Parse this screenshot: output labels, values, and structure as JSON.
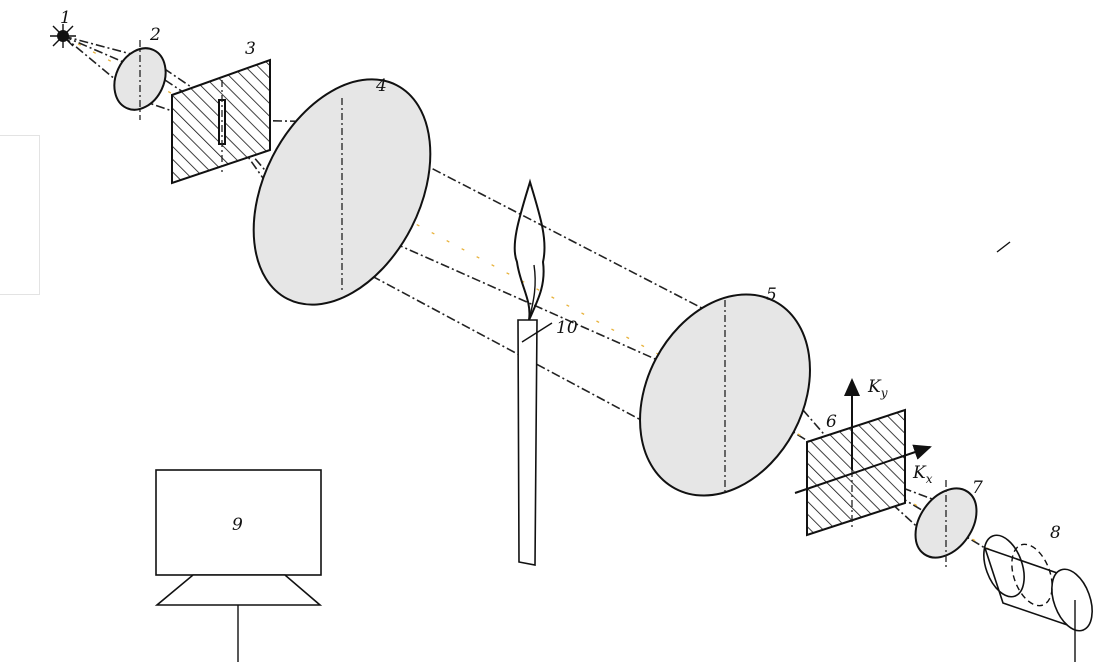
{
  "labels": {
    "source": "1",
    "condenser_lens": "2",
    "slit_screen": "3",
    "collimator_lens": "4",
    "focusing_lens": "5",
    "spatial_filter": "6",
    "imaging_lens": "7",
    "camera": "8",
    "monitor": "9",
    "candle": "10",
    "ky_main": "K",
    "ky_sub": "y",
    "kx_main": "K",
    "kx_sub": "x"
  },
  "colors": {
    "lens_fill": "#e6e6e6",
    "line": "#111111",
    "optical_axis_highlight": "#e8b23a"
  }
}
